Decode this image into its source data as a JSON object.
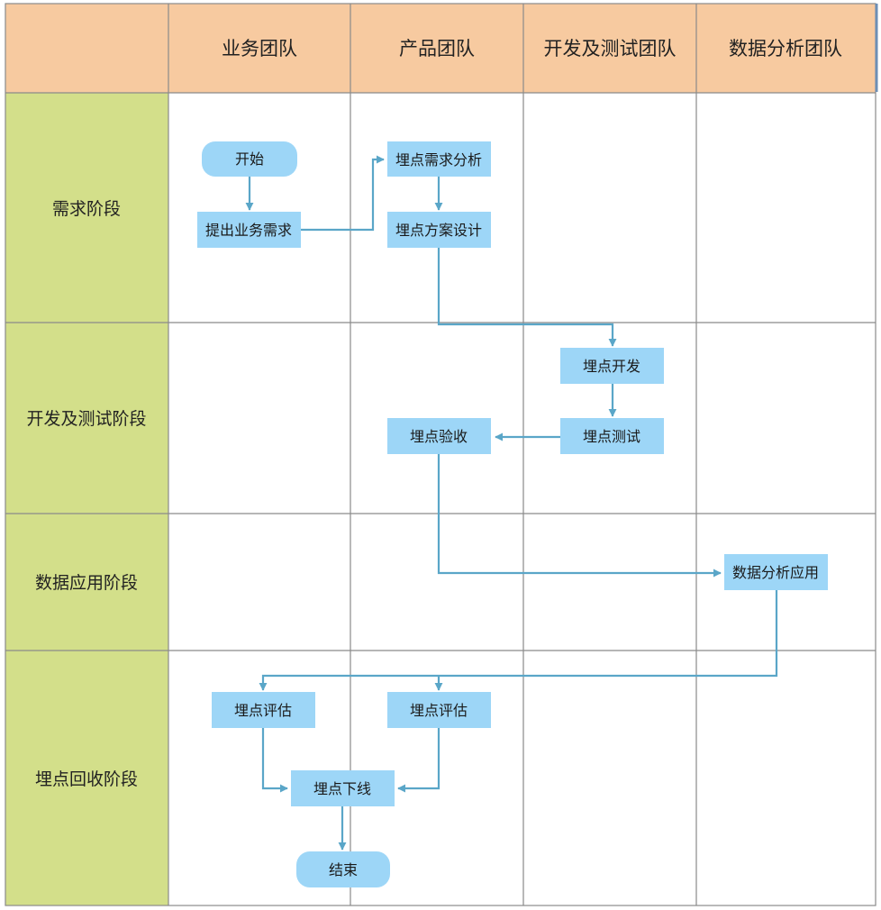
{
  "columns": [
    "业务团队",
    "产品团队",
    "开发及测试团队",
    "数据分析团队"
  ],
  "phases": [
    "需求阶段",
    "开发及测试阶段",
    "数据应用阶段",
    "埋点回收阶段"
  ],
  "nodes": {
    "start": "开始",
    "biz_request": "提出业务需求",
    "req_analysis": "埋点需求分析",
    "plan_design": "埋点方案设计",
    "dev": "埋点开发",
    "test": "埋点测试",
    "accept": "埋点验收",
    "data_app": "数据分析应用",
    "eval_biz": "埋点评估",
    "eval_prod": "埋点评估",
    "offline": "埋点下线",
    "end": "结束"
  },
  "colors": {
    "header_fill": "#f7caa0",
    "phase_fill": "#d3df8a",
    "node_fill": "#9dd6f7",
    "arrow": "#5aa6c8",
    "grid": "#8a8a8a"
  }
}
